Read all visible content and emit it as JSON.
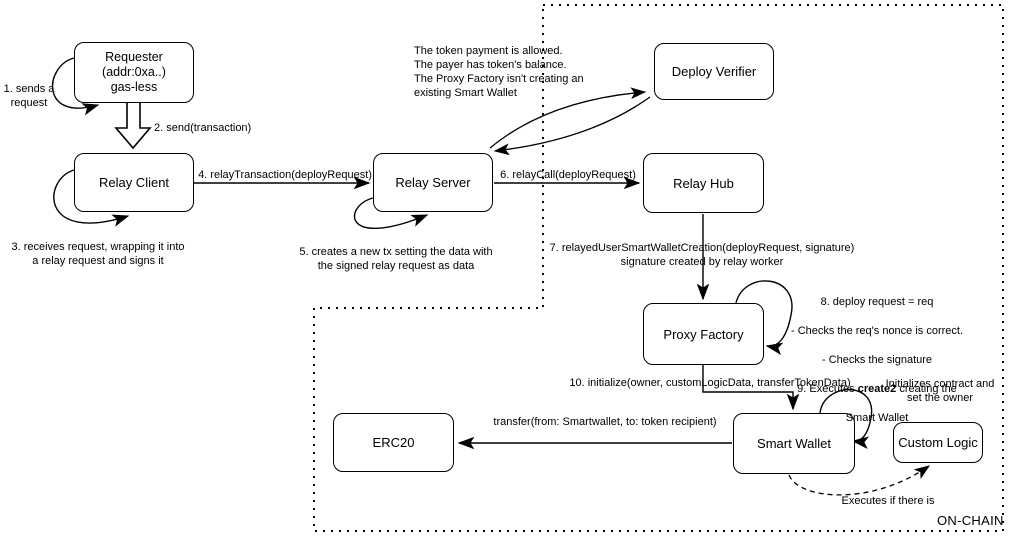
{
  "diagram": {
    "region_label": "ON-CHAIN",
    "nodes": {
      "requester": "Requester\n(addr:0xa..)\ngas-less",
      "relay_client": "Relay Client",
      "relay_server": "Relay Server",
      "deploy_verifier": "Deploy Verifier",
      "relay_hub": "Relay Hub",
      "proxy_factory": "Proxy Factory",
      "smart_wallet": "Smart Wallet",
      "custom_logic": "Custom Logic",
      "erc20": "ERC20"
    },
    "labels": {
      "step1": "1. sends a\nrequest",
      "step2": "2. send(transaction)",
      "step3": "3. receives request, wrapping it into\na relay request and signs it",
      "step4": "4. relayTransaction(deployRequest)",
      "step5": "5. creates a new tx setting the data with\nthe signed relay request as data",
      "step6": "6. relayCall(deployRequest)",
      "step7": "7. relayedUserSmartWalletCreation(deployRequest, signature)\nsignature created by relay worker",
      "verifier_note": "The token payment is allowed.\nThe payer has token's balance.\nThe Proxy Factory isn't creating an\nexisting Smart Wallet",
      "proxy_note_line1": "8. deploy request = req",
      "proxy_note_line2": "- Checks the req's nonce is correct.",
      "proxy_note_line3": "- Checks the signature",
      "proxy_note_line4_pre": "9. Executes ",
      "proxy_note_line4_bold": "create2",
      "proxy_note_line4_post": " creating the",
      "proxy_note_line5": "Smart Wallet",
      "step10": "10. initialize(owner, customLogicData, transferTokenData)",
      "init_note": "Initializes contract and\nset the owner",
      "transfer_label": "transfer(from: Smartwallet, to: token recipient)",
      "executes_note": "Executes if there is"
    },
    "colors": {
      "line": "#000000",
      "background": "#ffffff"
    }
  }
}
